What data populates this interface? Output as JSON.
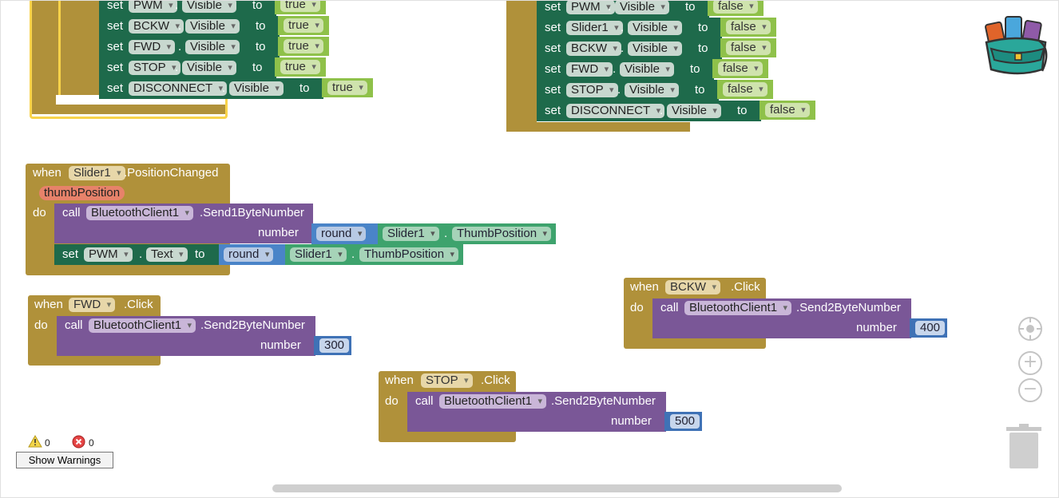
{
  "kw": {
    "when": "when",
    "do": "do",
    "set": "set",
    "to": "to",
    "call": "call",
    "number": "number",
    "dot": "."
  },
  "block_a": {
    "rows": [
      {
        "comp": "PWM",
        "prop": "Visible",
        "val": "true"
      },
      {
        "comp": "BCKW",
        "prop": "Visible",
        "val": "true"
      },
      {
        "comp": "FWD",
        "prop": "Visible",
        "val": "true"
      },
      {
        "comp": "STOP",
        "prop": "Visible",
        "val": "true"
      },
      {
        "comp": "DISCONNECT",
        "prop": "Visible",
        "val": "true"
      }
    ]
  },
  "block_b": {
    "rows": [
      {
        "comp": "PWM",
        "prop": "Visible",
        "val": "false"
      },
      {
        "comp": "Slider1",
        "prop": "Visible",
        "val": "false"
      },
      {
        "comp": "BCKW",
        "prop": "Visible",
        "val": "false"
      },
      {
        "comp": "FWD",
        "prop": "Visible",
        "val": "false"
      },
      {
        "comp": "STOP",
        "prop": "Visible",
        "val": "false"
      },
      {
        "comp": "DISCONNECT",
        "prop": "Visible",
        "val": "false"
      }
    ]
  },
  "slider_event": {
    "comp": "Slider1",
    "event": ".PositionChanged",
    "param": "thumbPosition",
    "call_comp": "BluetoothClient1",
    "method": ".Send1ByteNumber",
    "round": "round",
    "getter_comp": "Slider1",
    "getter_prop": "ThumbPosition",
    "set_comp": "PWM",
    "set_prop": "Text",
    "round2": "round",
    "getter2_comp": "Slider1",
    "getter2_prop": "ThumbPosition"
  },
  "fwd_event": {
    "comp": "FWD",
    "event": ".Click",
    "call_comp": "BluetoothClient1",
    "method": ".Send2ByteNumber",
    "value": "300"
  },
  "bckw_event": {
    "comp": "BCKW",
    "event": ".Click",
    "call_comp": "BluetoothClient1",
    "method": ".Send2ByteNumber",
    "value": "400"
  },
  "stop_event": {
    "comp": "STOP",
    "event": ".Click",
    "call_comp": "BluetoothClient1",
    "method": ".Send2ByteNumber",
    "value": "500"
  },
  "warnings": {
    "warn_count": "0",
    "error_count": "0",
    "button": "Show Warnings"
  },
  "controls": {
    "center": "target-icon",
    "zoom_in": "+",
    "zoom_out": "−"
  }
}
